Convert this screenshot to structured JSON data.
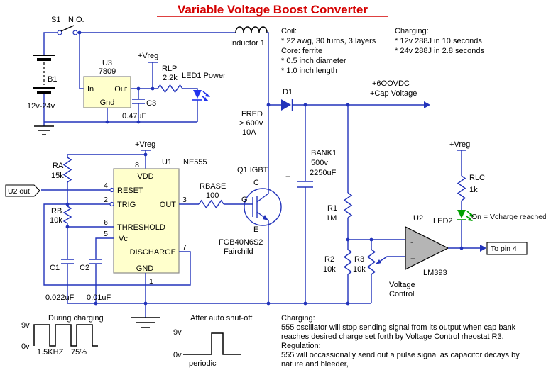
{
  "title": "Variable Voltage Boost Converter",
  "colors": {
    "wire": "#2233bb",
    "title": "#d40000",
    "chip_fill": "#ffffcc",
    "led1": "#2233ee",
    "led2": "#00a000",
    "opamp_fill": "#b5b5b5"
  },
  "input": {
    "s1_ref": "S1",
    "s1_type": "N.O.",
    "b1_ref": "B1",
    "b1_value": "12v-24v",
    "u3_ref": "U3",
    "u3_part": "7809",
    "u3_in": "In",
    "u3_out": "Out",
    "u3_gnd": "Gnd",
    "vreg": "+Vreg",
    "c3_ref": "C3",
    "c3_value": "0.47uF",
    "rlp_ref": "RLP",
    "rlp_value": "2.2k",
    "led1": "LED1 Power"
  },
  "inductor": {
    "ref": "Inductor 1",
    "notes_title": "Coil:",
    "notes": [
      "* 22 awg, 30 turns, 3 layers",
      "Core: ferrite",
      "* 0.5 inch diameter",
      "* 1.0 inch length"
    ]
  },
  "charge_notes": {
    "title": "Charging:",
    "lines": [
      "* 12v 288J in 10 seconds",
      "* 24v 288J in 2.8 seconds"
    ]
  },
  "boost": {
    "d1_ref": "D1",
    "d1_type": "FRED",
    "d1_volt": "> 600v",
    "d1_amp": "10A",
    "out_volt": "+6OOVDC",
    "out_cap": "+Cap Voltage",
    "bank_plus": "+",
    "bank_ref": "BANK1",
    "bank_volt": "500v",
    "bank_cap": "2250uF"
  },
  "timer": {
    "vreg": "+Vreg",
    "ref": "U1",
    "part": "NE555",
    "p8": "8",
    "p4": "4",
    "p2": "2",
    "p6": "6",
    "p5": "5",
    "p3": "3",
    "p7": "7",
    "p1": "1",
    "vdd": "VDD",
    "reset": "RESET",
    "trig": "TRIG",
    "out": "OUT",
    "threshold": "THRESHOLD",
    "vc": "Vc",
    "discharge": "DISCHARGE",
    "gnd": "GND",
    "ra_ref": "RA",
    "ra_value": "15k",
    "rb_ref": "RB",
    "rb_value": "10k",
    "c1_ref": "C1",
    "c1_value": "0.022uF",
    "c2_ref": "C2",
    "c2_value": "0.01uF",
    "u2out": "U2 out",
    "rbase_ref": "RBASE",
    "rbase_value": "100"
  },
  "igbt": {
    "ref": "Q1 IGBT",
    "c": "C",
    "g": "G",
    "e": "E",
    "part": "FGB40N6S2",
    "mfr": "Fairchild"
  },
  "divider": {
    "r1_ref": "R1",
    "r1_value": "1M",
    "r2_ref": "R2",
    "r2_value": "10k",
    "r3_ref": "R3",
    "r3_value": "10k",
    "caption1": "Voltage",
    "caption2": "Control"
  },
  "comp": {
    "ref": "U2",
    "part": "LM393",
    "minus": "-",
    "plus": "+",
    "vreg": "+Vreg",
    "rlc_ref": "RLC",
    "rlc_value": "1k",
    "led2_ref": "LED2",
    "led2_note": "On = Vcharge reached",
    "to_pin4": "To pin 4"
  },
  "wave1": {
    "title": "During charging",
    "high": "9v",
    "low": "0v",
    "freq": "1.5KHZ",
    "duty": "75%"
  },
  "wave2": {
    "title": "After auto shut-off",
    "high": "9v",
    "low": "0v",
    "note": "periodic"
  },
  "desc": {
    "charging_title": "Charging:",
    "charging_lines": [
      "555 oscillator will stop sending signal from its output when cap bank",
      "reaches desired charge set forth by Voltage Control rheostat R3."
    ],
    "regulation_title": "Regulation:",
    "regulation_lines": [
      "555 will occassionally send out a pulse signal as capacitor decays by",
      "nature and bleeder,"
    ]
  }
}
